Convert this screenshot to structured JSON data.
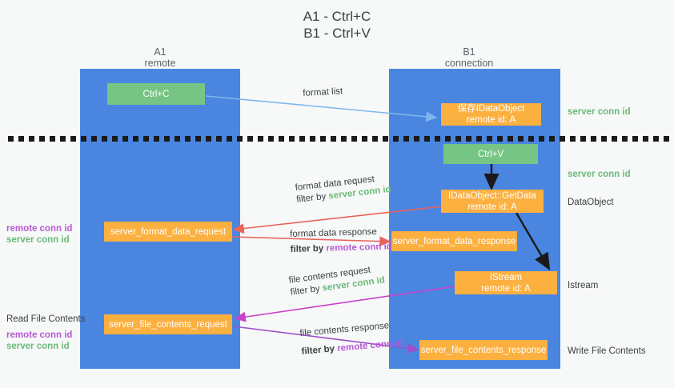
{
  "title": {
    "line1": "A1 - Ctrl+C",
    "line2": "B1 - Ctrl+V"
  },
  "columns": [
    {
      "name": "A1",
      "role": "remote"
    },
    {
      "name": "B1",
      "role": "connection"
    }
  ],
  "boxes": {
    "ctrl_c": {
      "label": "Ctrl+C",
      "color": "#76c584"
    },
    "ctrl_v": {
      "label": "Ctrl+V",
      "color": "#76c584"
    },
    "store_dataobject": {
      "line1": "保存IDataObject",
      "line2": "remote id: A",
      "color": "#fbb040"
    },
    "getdata": {
      "line1": "IDataObject::GetData",
      "line2": "remote id: A",
      "color": "#fbb040"
    },
    "istream": {
      "line1": "IStream",
      "line2": "remote id: A",
      "color": "#fbb040"
    },
    "server_format_data_request": {
      "label": "server_format_data_request",
      "color": "#fbb040"
    },
    "server_format_data_response": {
      "label": "server_format_data_response",
      "color": "#fbb040"
    },
    "server_file_contents_request": {
      "label": "server_file_contents_request",
      "color": "#fbb040"
    },
    "server_file_contents_response": {
      "label": "server_file_contents_response",
      "color": "#fbb040"
    }
  },
  "flows": {
    "format_list": {
      "label": "format list"
    },
    "format_data_request": {
      "line1": "format data request",
      "filter_prefix": "filter by ",
      "filter_key": "server conn id"
    },
    "format_data_response": {
      "line1": "format data response",
      "filter_prefix": "filter by ",
      "filter_key": "remote conn id"
    },
    "file_contents_request": {
      "line1": "file contents request",
      "filter_prefix": "filter by ",
      "filter_key": "server conn id"
    },
    "file_contents_response": {
      "line1": "file contents response",
      "filter_prefix": "filter by ",
      "filter_key": "remote conn id"
    }
  },
  "left_annotations": {
    "format_remote": "remote conn id",
    "format_server": "server conn id",
    "read_file_contents": "Read File Contents",
    "file_remote": "remote conn id",
    "file_server": "server conn id"
  },
  "right_annotations": {
    "server_conn_id_top": "server conn id",
    "server_conn_id_mid": "server conn id",
    "dataobject": "DataObject",
    "istream": "Istream",
    "write_file_contents": "Write File Contents"
  },
  "colors": {
    "lane": "#4a86e0",
    "green_box": "#76c584",
    "orange_box": "#fbb040",
    "green_text": "#6aba78",
    "purple_text": "#b759d6",
    "blue_arrow": "#7eb6ec",
    "red_arrow": "#e8635c",
    "magenta_arrow": "#c742c7",
    "purple_arrow": "#9b51c9",
    "black_arrow": "#1a1a1a",
    "background": "#f7f8f8"
  }
}
